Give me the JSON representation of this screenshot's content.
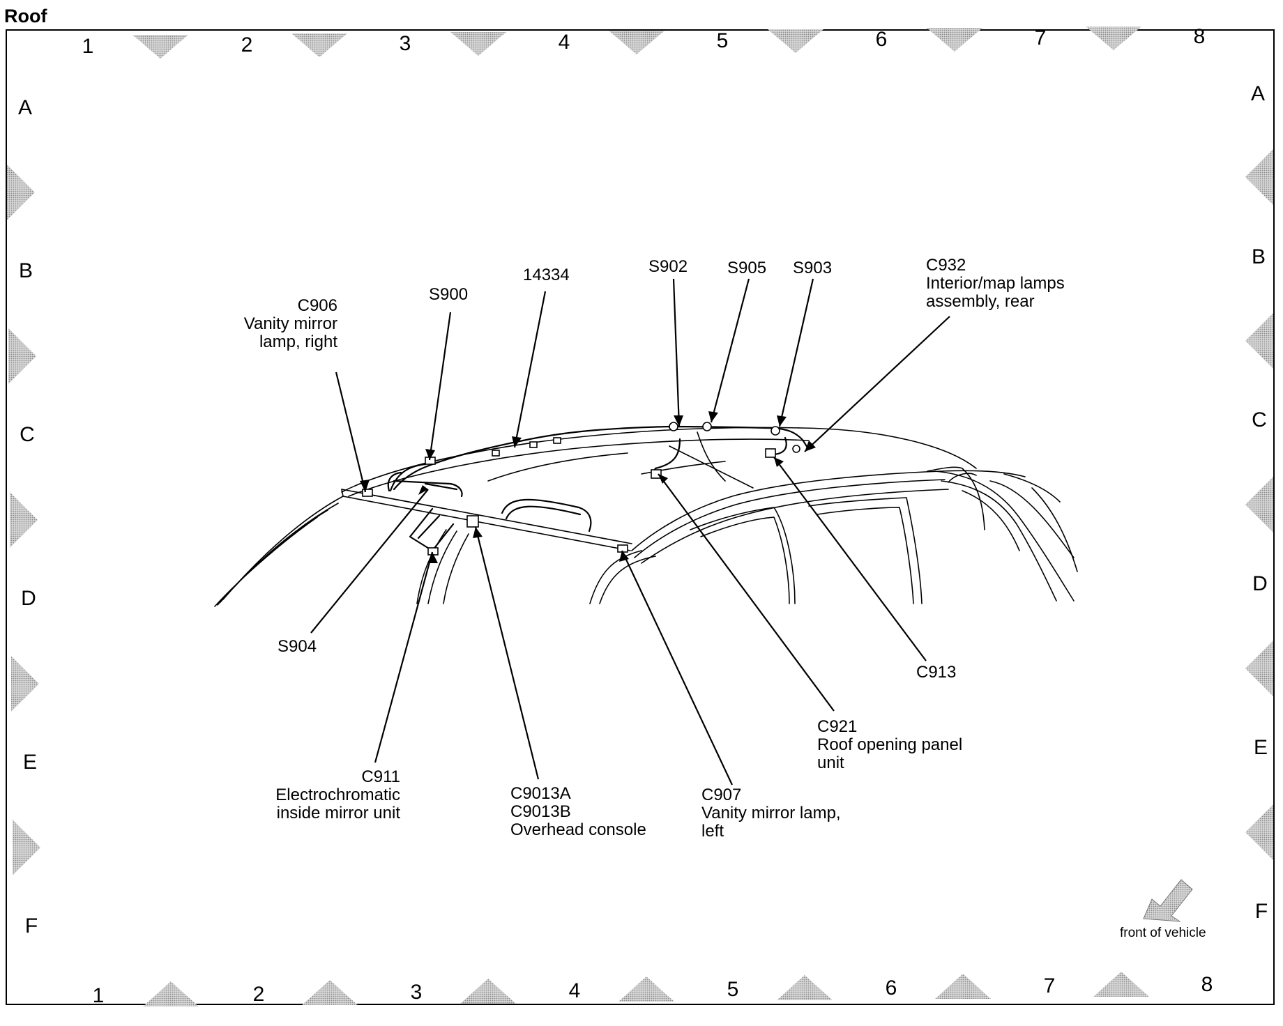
{
  "title": "Roof",
  "columns": [
    "1",
    "2",
    "3",
    "4",
    "5",
    "6",
    "7",
    "8"
  ],
  "rows": [
    "A",
    "B",
    "C",
    "D",
    "E",
    "F"
  ],
  "labels": {
    "c906": [
      "C906",
      "Vanity mirror",
      "lamp, right"
    ],
    "s900": [
      "S900"
    ],
    "n14334": [
      "14334"
    ],
    "s902": [
      "S902"
    ],
    "s905": [
      "S905"
    ],
    "s903": [
      "S903"
    ],
    "c932": [
      "C932",
      "Interior/map lamps",
      "assembly, rear"
    ],
    "s904": [
      "S904"
    ],
    "c913": [
      "C913"
    ],
    "c921": [
      "C921",
      "Roof opening panel",
      "unit"
    ],
    "c911": [
      "C911",
      "Electrochromatic",
      "inside mirror unit"
    ],
    "c9013": [
      "C9013A",
      "C9013B",
      "Overhead console"
    ],
    "c907": [
      "C907",
      "Vanity mirror lamp,",
      "left"
    ]
  },
  "orientation": "front of vehicle",
  "icons": [
    "grid-marker-triangle-icon",
    "front-of-vehicle-arrow-icon"
  ]
}
